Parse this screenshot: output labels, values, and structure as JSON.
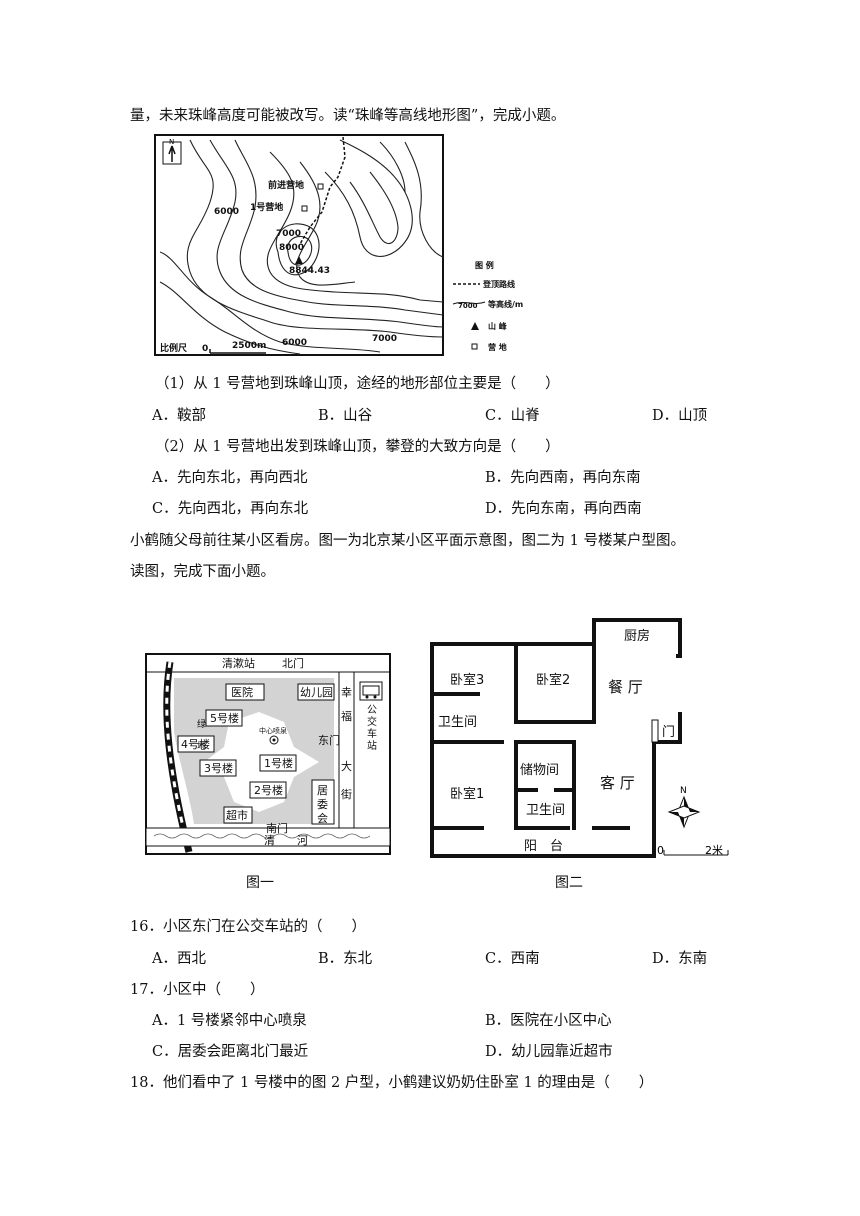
{
  "intro_line": "量，未来珠峰高度可能被改写。读“珠峰等高线地形图”，完成小题。",
  "everest_map": {
    "north_label": "N",
    "camp_forward": "前进营地",
    "camp_1": "1号营地",
    "contour_6000_a": "6000",
    "contour_7000": "7000",
    "contour_8000": "8000",
    "peak_elevation": "8844.43",
    "scale_label": "比例尺",
    "scale_zero": "0",
    "scale_value": "2500m",
    "contour_6000_b": "6000",
    "contour_7000_b": "7000",
    "legend_title": "图  例",
    "legend_route": "登顶路线",
    "legend_contour_value": "7000",
    "legend_contour": "等高线/m",
    "legend_peak": "山 峰",
    "legend_camp": "营 地"
  },
  "q1": {
    "stem": "（1）从 1 号营地到珠峰山顶，途经的地形部位主要是（　　）",
    "options": [
      "A．鞍部",
      "B．山谷",
      "C．山脊",
      "D．山顶"
    ]
  },
  "q2": {
    "stem": "（2）从 1 号营地出发到珠峰山顶，攀登的大致方向是（　　）",
    "options": [
      "A．先向东北，再向西北",
      "B．先向西南，再向东南",
      "C．先向西北，再向东北",
      "D．先向东南，再向西南"
    ]
  },
  "passage": {
    "line1": "小鹤随父母前往某小区看房。图一为北京某小区平面示意图，图二为 1 号楼某户型图。",
    "line2": "读图，完成下面小题。"
  },
  "map1": {
    "top_street": "清漱站",
    "north_gate": "北门",
    "hospital": "医院",
    "kindergarten": "幼儿园",
    "green1": "绿",
    "green2": "地",
    "bldg5": "5号楼",
    "bldg4": "4号楼",
    "fountain": "中心喷泉",
    "bldg3": "3号楼",
    "bldg1": "1号楼",
    "east_gate": "东门",
    "bldg2": "2号楼",
    "committee1": "居",
    "committee2": "委",
    "committee3": "会",
    "supermarket": "超市",
    "south_gate": "南门",
    "river": "清　　河",
    "street1": "幸",
    "street2": "福",
    "street3": "大",
    "street4": "街",
    "bus1": "公",
    "bus2": "交",
    "bus3": "车",
    "bus4": "站",
    "caption": "图一"
  },
  "map2": {
    "kitchen": "厨房",
    "bedroom3": "卧室3",
    "bedroom2": "卧室2",
    "dining": "餐 厅",
    "bathroom1": "卫生间",
    "door": "门",
    "storage": "储物间",
    "living": "客 厅",
    "bedroom1": "卧室1",
    "bathroom2": "卫生间",
    "balcony": "阳　台",
    "north": "N",
    "scale_zero": "0",
    "scale_value": "2米",
    "caption": "图二"
  },
  "q16": {
    "stem": "16．小区东门在公交车站的（　　）",
    "options": [
      "A．西北",
      "B．东北",
      "C．西南",
      "D．东南"
    ]
  },
  "q17": {
    "stem": "17．小区中（　　）",
    "options": [
      "A．1 号楼紧邻中心喷泉",
      "B．医院在小区中心",
      "C．居委会距离北门最近",
      "D．幼儿园靠近超市"
    ]
  },
  "q18": {
    "stem": "18．他们看中了 1 号楼中的图 2 户型，小鹤建议奶奶住卧室 1 的理由是（　　）"
  }
}
